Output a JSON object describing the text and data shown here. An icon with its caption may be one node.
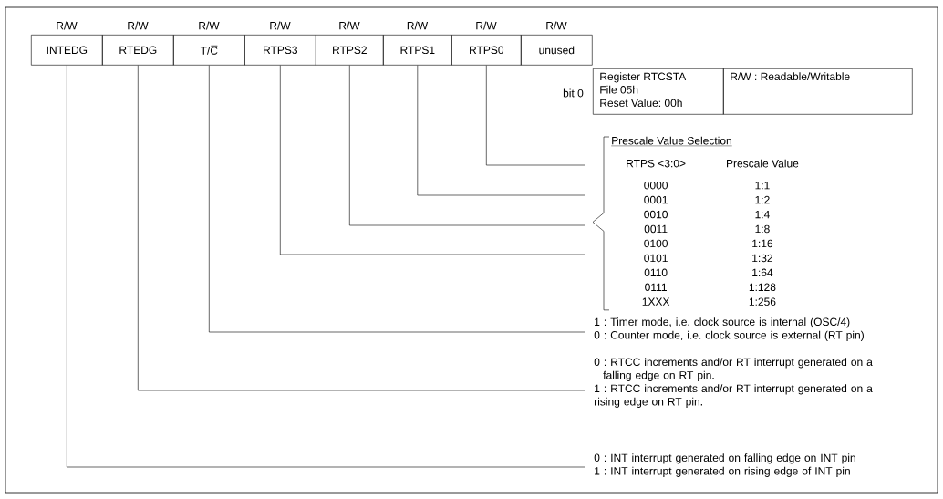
{
  "diagram": {
    "nodes": [
      {
        "text": [
          "INTEDG"
        ],
        "beside": [
          "R/W"
        ]
      },
      {
        "text": [
          "RTEDG"
        ],
        "beside": [
          "R/W"
        ]
      },
      {
        "text": [
          "T/C̅"
        ],
        "beside": [
          "R/W"
        ]
      },
      {
        "text": [
          "RTPS3"
        ],
        "beside": [
          "R/W"
        ]
      },
      {
        "text": [
          "RTPS2"
        ],
        "beside": [
          "R/W"
        ]
      },
      {
        "text": [
          "RTPS1"
        ],
        "beside": [
          "R/W"
        ]
      },
      {
        "text": [
          "RTPS0"
        ],
        "beside": [
          "R/W"
        ]
      },
      {
        "text": [
          "unused"
        ],
        "beside": [
          "R/W"
        ]
      },
      {
        "text": [
          "Register RTCSTA",
          "File 05h",
          "Reset Value: 00h"
        ]
      },
      {
        "text": [
          "R/W : Readable/Writable"
        ]
      },
      {
        "text": [
          "Prescale Value Selection",
          "RTPS <3:0>",
          "Prescale Value",
          "0000",
          "1:1",
          "0001",
          "1:2",
          "0010",
          "1:4",
          "0011",
          "1:8",
          "0100",
          "1:16",
          "0101",
          "1:32",
          "0110",
          "1:64",
          "0111",
          "1:128",
          "1XXX",
          "1:256"
        ]
      },
      {
        "text": [
          "1 : Timer mode, i.e. clock source is internal (OSC/4)",
          "0 : Counter mode, i.e. clock source is external (RT pin)"
        ]
      },
      {
        "text": [
          "0 : RTCC increments and/or RT interrupt generated on a falling edge on RT pin.",
          "1 : RTCC increments and/or RT interrupt generated on a rising edge on RT pin."
        ]
      },
      {
        "text": [
          "0 : INT interrupt generated on falling edge on INT pin",
          "1 : INT interrupt generated on rising edge of INT pin"
        ]
      }
    ],
    "edges": [
      {
        "from": 6,
        "to": 10,
        "arrow": "none"
      },
      {
        "from": 5,
        "to": 10,
        "arrow": "none"
      },
      {
        "from": 4,
        "to": 10,
        "arrow": "none"
      },
      {
        "from": 3,
        "to": 10,
        "arrow": "none"
      },
      {
        "from": 2,
        "to": 11,
        "arrow": "none"
      },
      {
        "from": 1,
        "to": 12,
        "arrow": "none"
      },
      {
        "from": 0,
        "to": 13,
        "arrow": "none"
      }
    ],
    "labels": [
      "bit 0"
    ]
  }
}
